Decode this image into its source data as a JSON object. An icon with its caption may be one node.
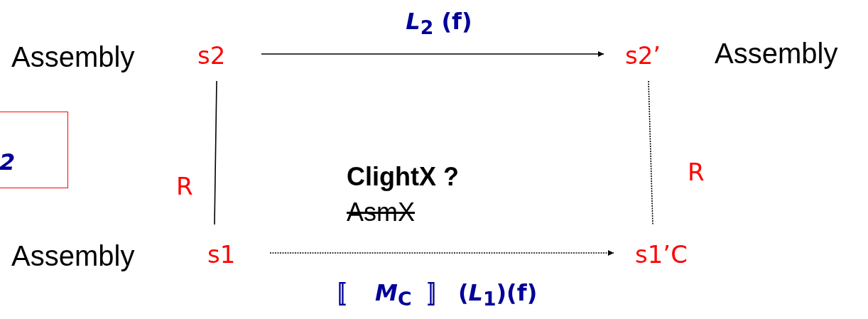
{
  "diagram": {
    "nodes": [
      {
        "text": [
          "2"
        ]
      },
      {
        "text": [
          "s2"
        ],
        "beside": [
          "Assembly"
        ]
      },
      {
        "text": [
          "s2’"
        ],
        "beside": [
          "Assembly"
        ]
      },
      {
        "text": [
          "s1"
        ],
        "beside": [
          "Assembly"
        ]
      },
      {
        "text": [
          "s1’C"
        ]
      }
    ],
    "edges": [
      {
        "from": 1,
        "to": 2,
        "arrow": "to",
        "label": "*L*$_{2}$ (f)"
      },
      {
        "from": 1,
        "to": 3,
        "arrow": "none",
        "label": "R"
      },
      {
        "from": 2,
        "to": 4,
        "arrow": "none",
        "label": "R",
        "style": "dashed"
      },
      {
        "from": 3,
        "to": 4,
        "arrow": "to",
        "label": "〚  *M*$_{C}$  〛 (*L*$_{1}$)(f)",
        "style": "dashed"
      }
    ],
    "labels": [
      "ClightX ?",
      "AsmX"
    ]
  }
}
